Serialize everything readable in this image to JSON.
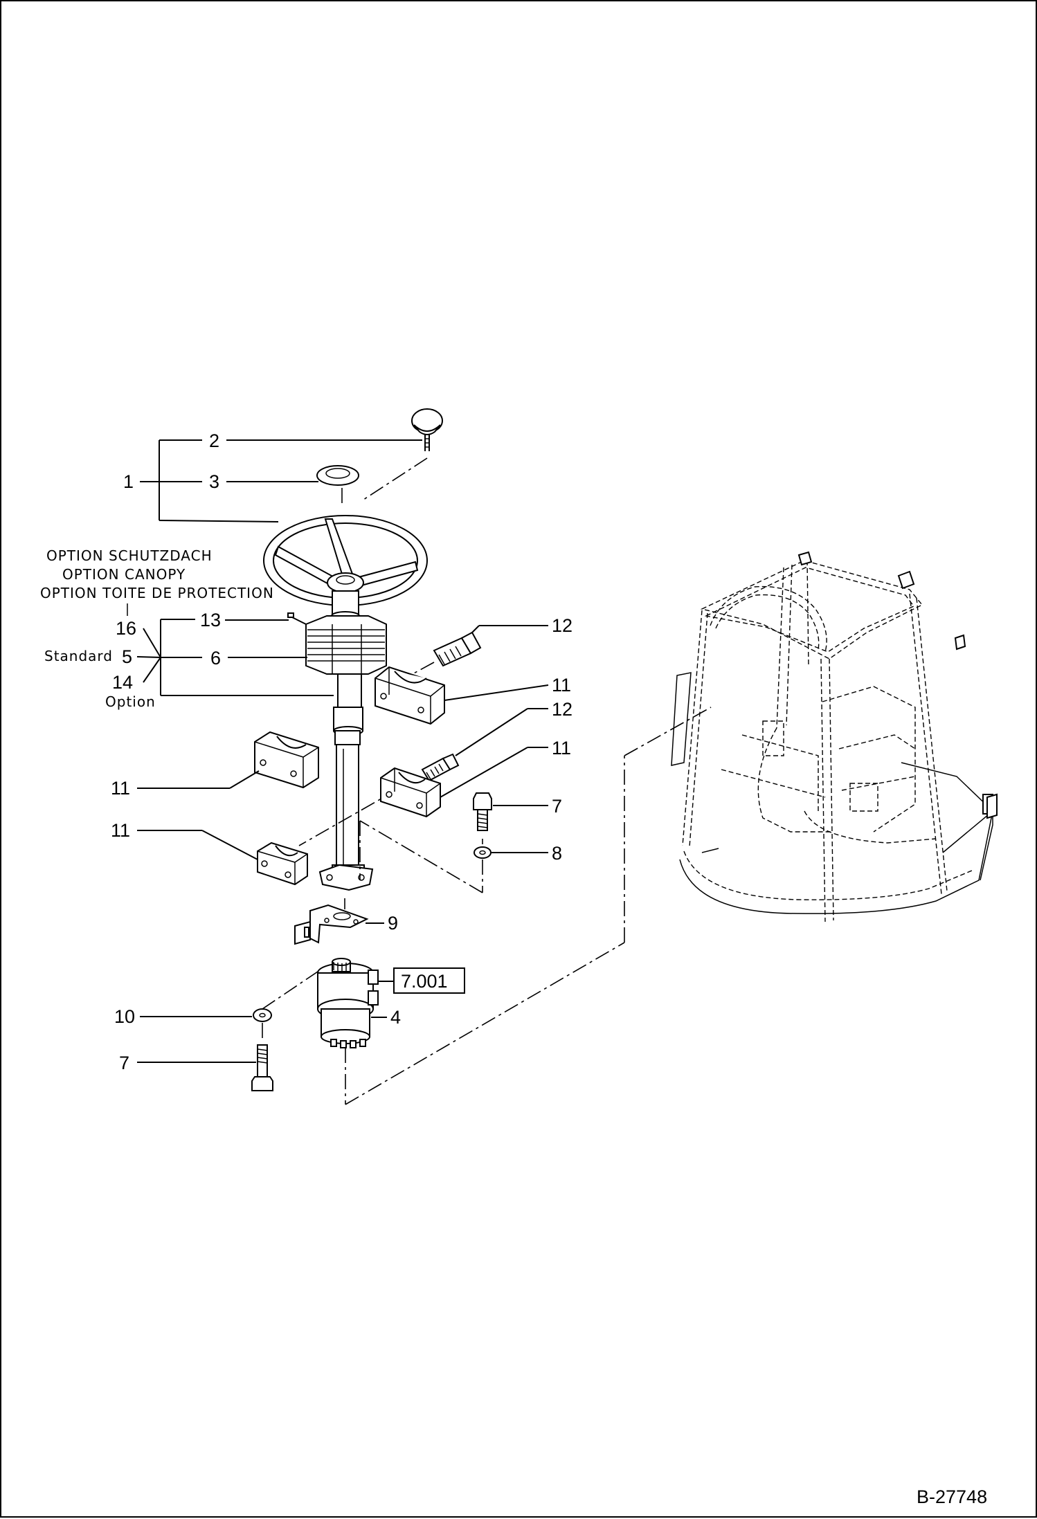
{
  "drawing_number": "B-27748",
  "notes": {
    "option_line_1": "OPTION SCHUTZDACH",
    "option_line_2": "OPTION CANOPY",
    "option_line_3": "OPTION TOITE DE PROTECTION",
    "standard_label": "Standard",
    "option_label": "Option"
  },
  "reference_box": "7.001",
  "callouts": {
    "c1": "1",
    "c2": "2",
    "c3": "3",
    "c4": "4",
    "c5": "5",
    "c6": "6",
    "c7a": "7",
    "c7b": "7",
    "c8": "8",
    "c9": "9",
    "c10": "10",
    "c11a": "11",
    "c11b": "11",
    "c11c": "11",
    "c11d": "11",
    "c12a": "12",
    "c12b": "12",
    "c13": "13",
    "c14": "14",
    "c16": "16"
  }
}
